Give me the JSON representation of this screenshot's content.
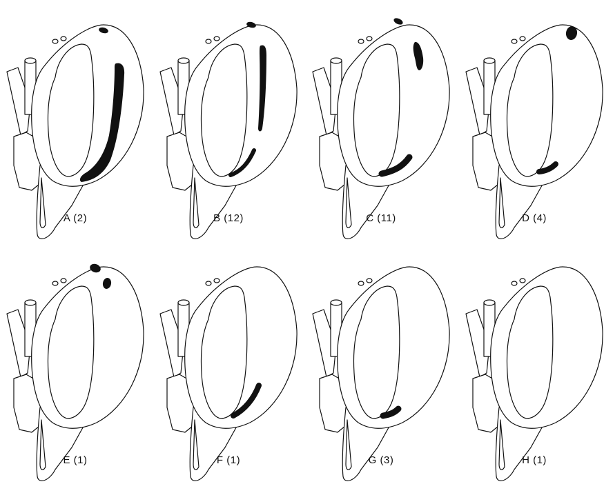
{
  "panels": [
    {
      "id": "A",
      "label": "A (2)"
    },
    {
      "id": "B",
      "label": "B (12)"
    },
    {
      "id": "C",
      "label": "C (11)"
    },
    {
      "id": "D",
      "label": "D (4)"
    },
    {
      "id": "E",
      "label": "E (1)"
    },
    {
      "id": "F",
      "label": "F (1)"
    },
    {
      "id": "G",
      "label": "G (3)"
    },
    {
      "id": "H",
      "label": "H (1)"
    }
  ]
}
